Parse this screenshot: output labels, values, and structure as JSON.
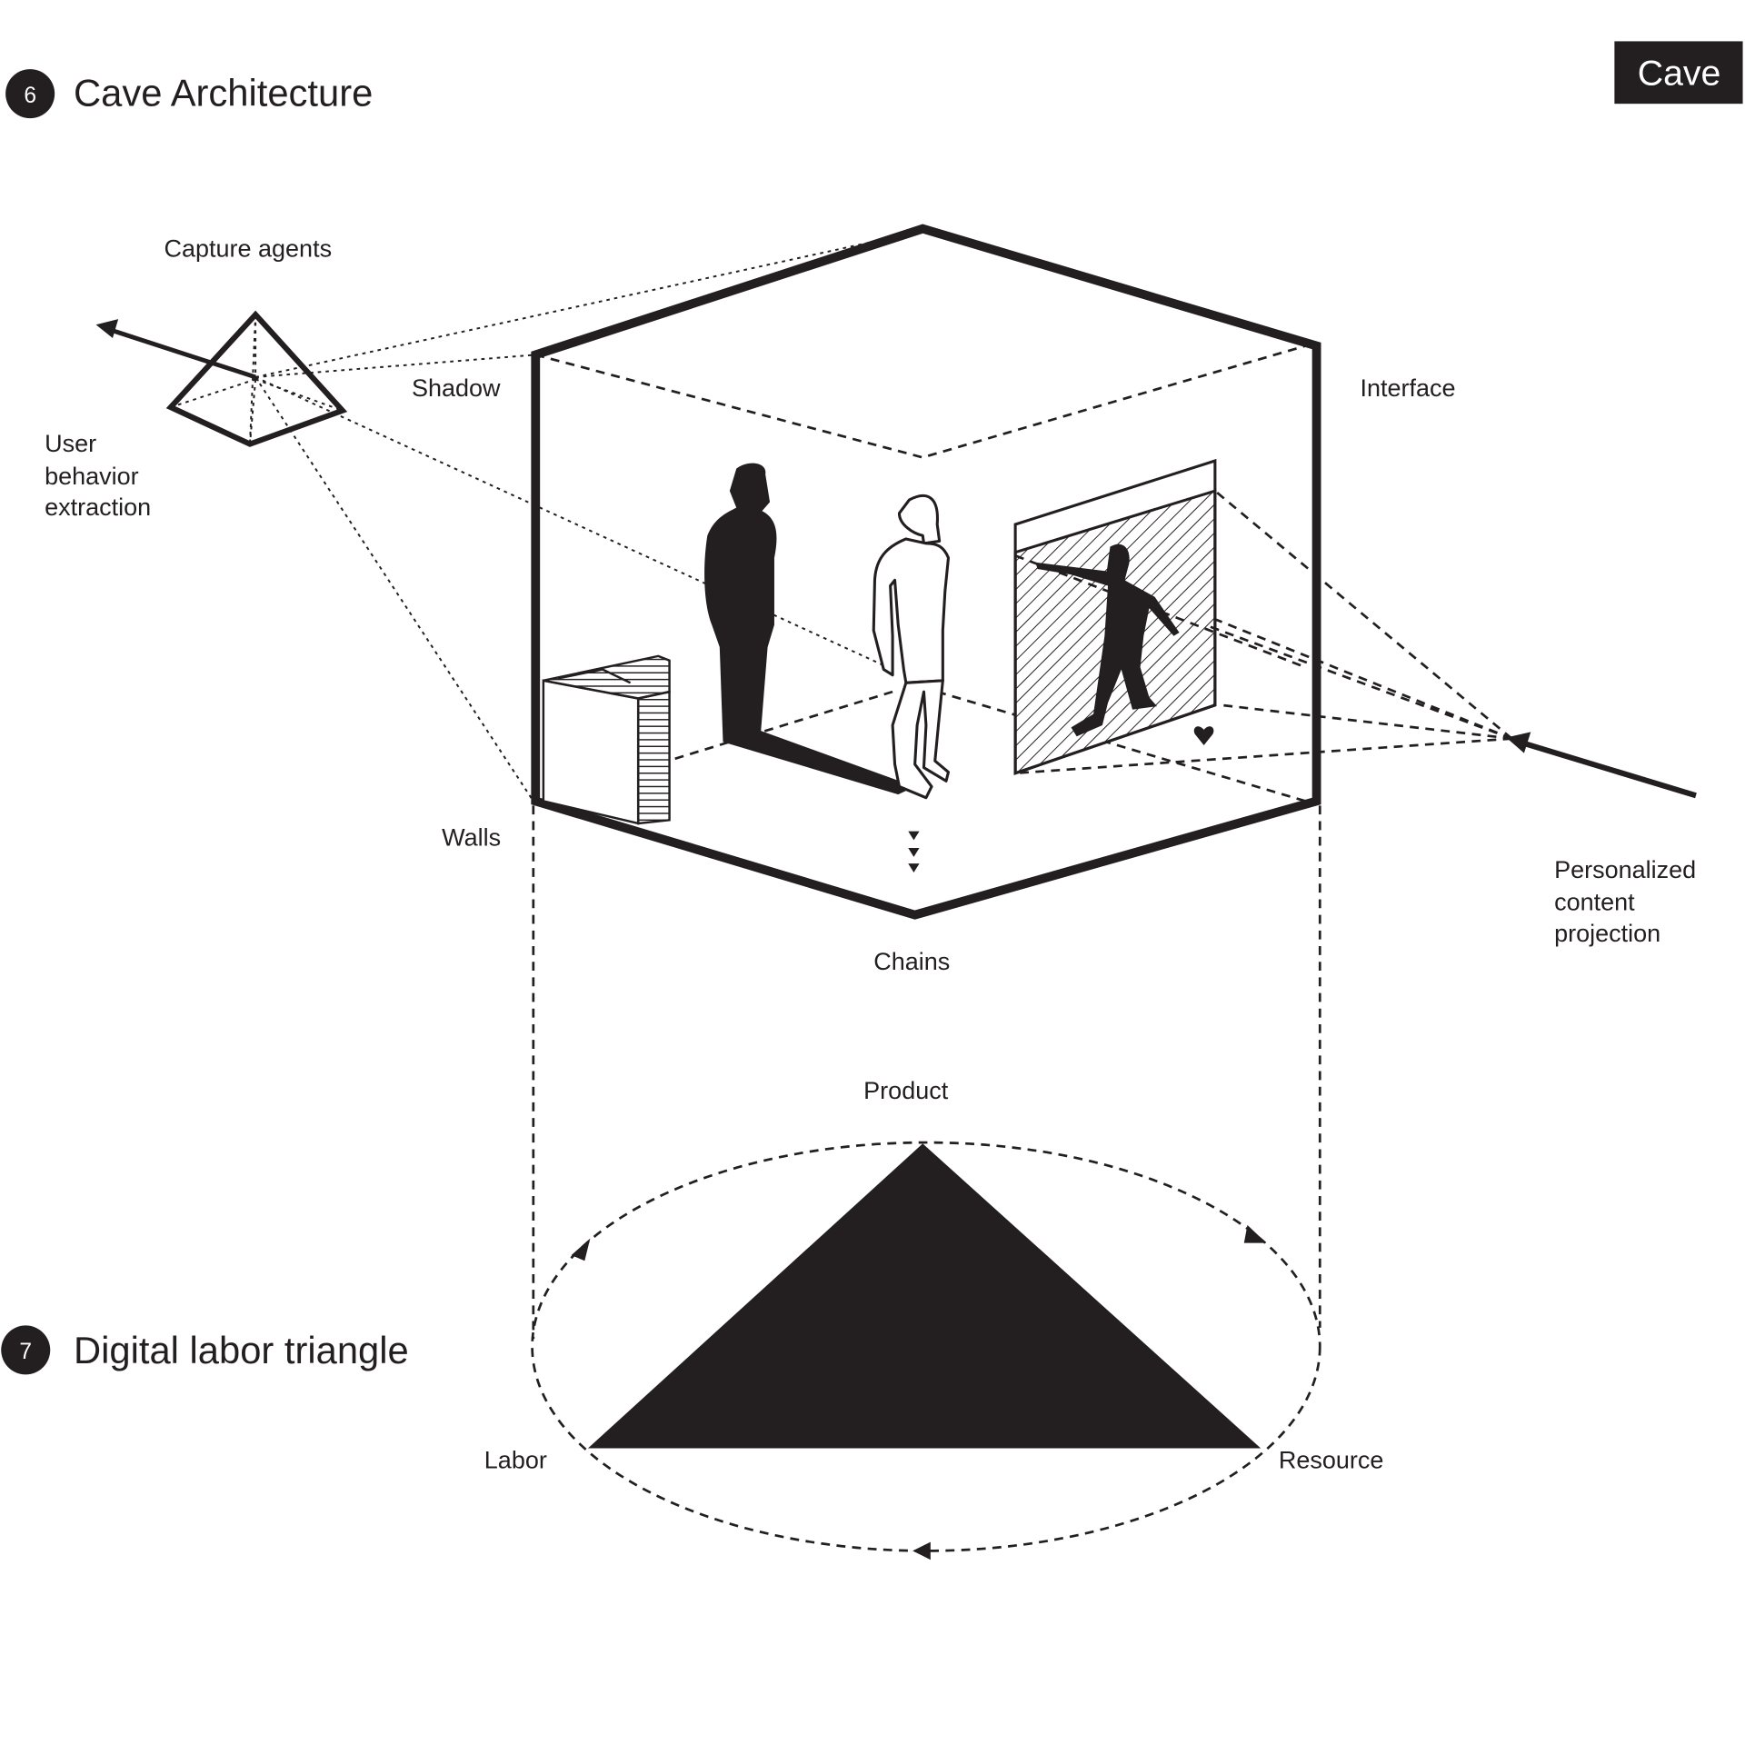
{
  "section6": {
    "number": "6",
    "title": "Cave Architecture"
  },
  "badge": "Cave",
  "labels": {
    "capture_agents": "Capture agents",
    "shadow": "Shadow",
    "interface": "Interface",
    "user_behavior": [
      "User",
      "behavior",
      "extraction"
    ],
    "walls": "Walls",
    "chains": "Chains",
    "personalized": [
      "Personalized",
      "content",
      "projection"
    ]
  },
  "section7": {
    "number": "7",
    "title": "Digital labor triangle"
  },
  "triangle": {
    "top": "Product",
    "left": "Labor",
    "right": "Resource"
  },
  "colors": {
    "ink": "#231f20",
    "background": "#ffffff"
  }
}
